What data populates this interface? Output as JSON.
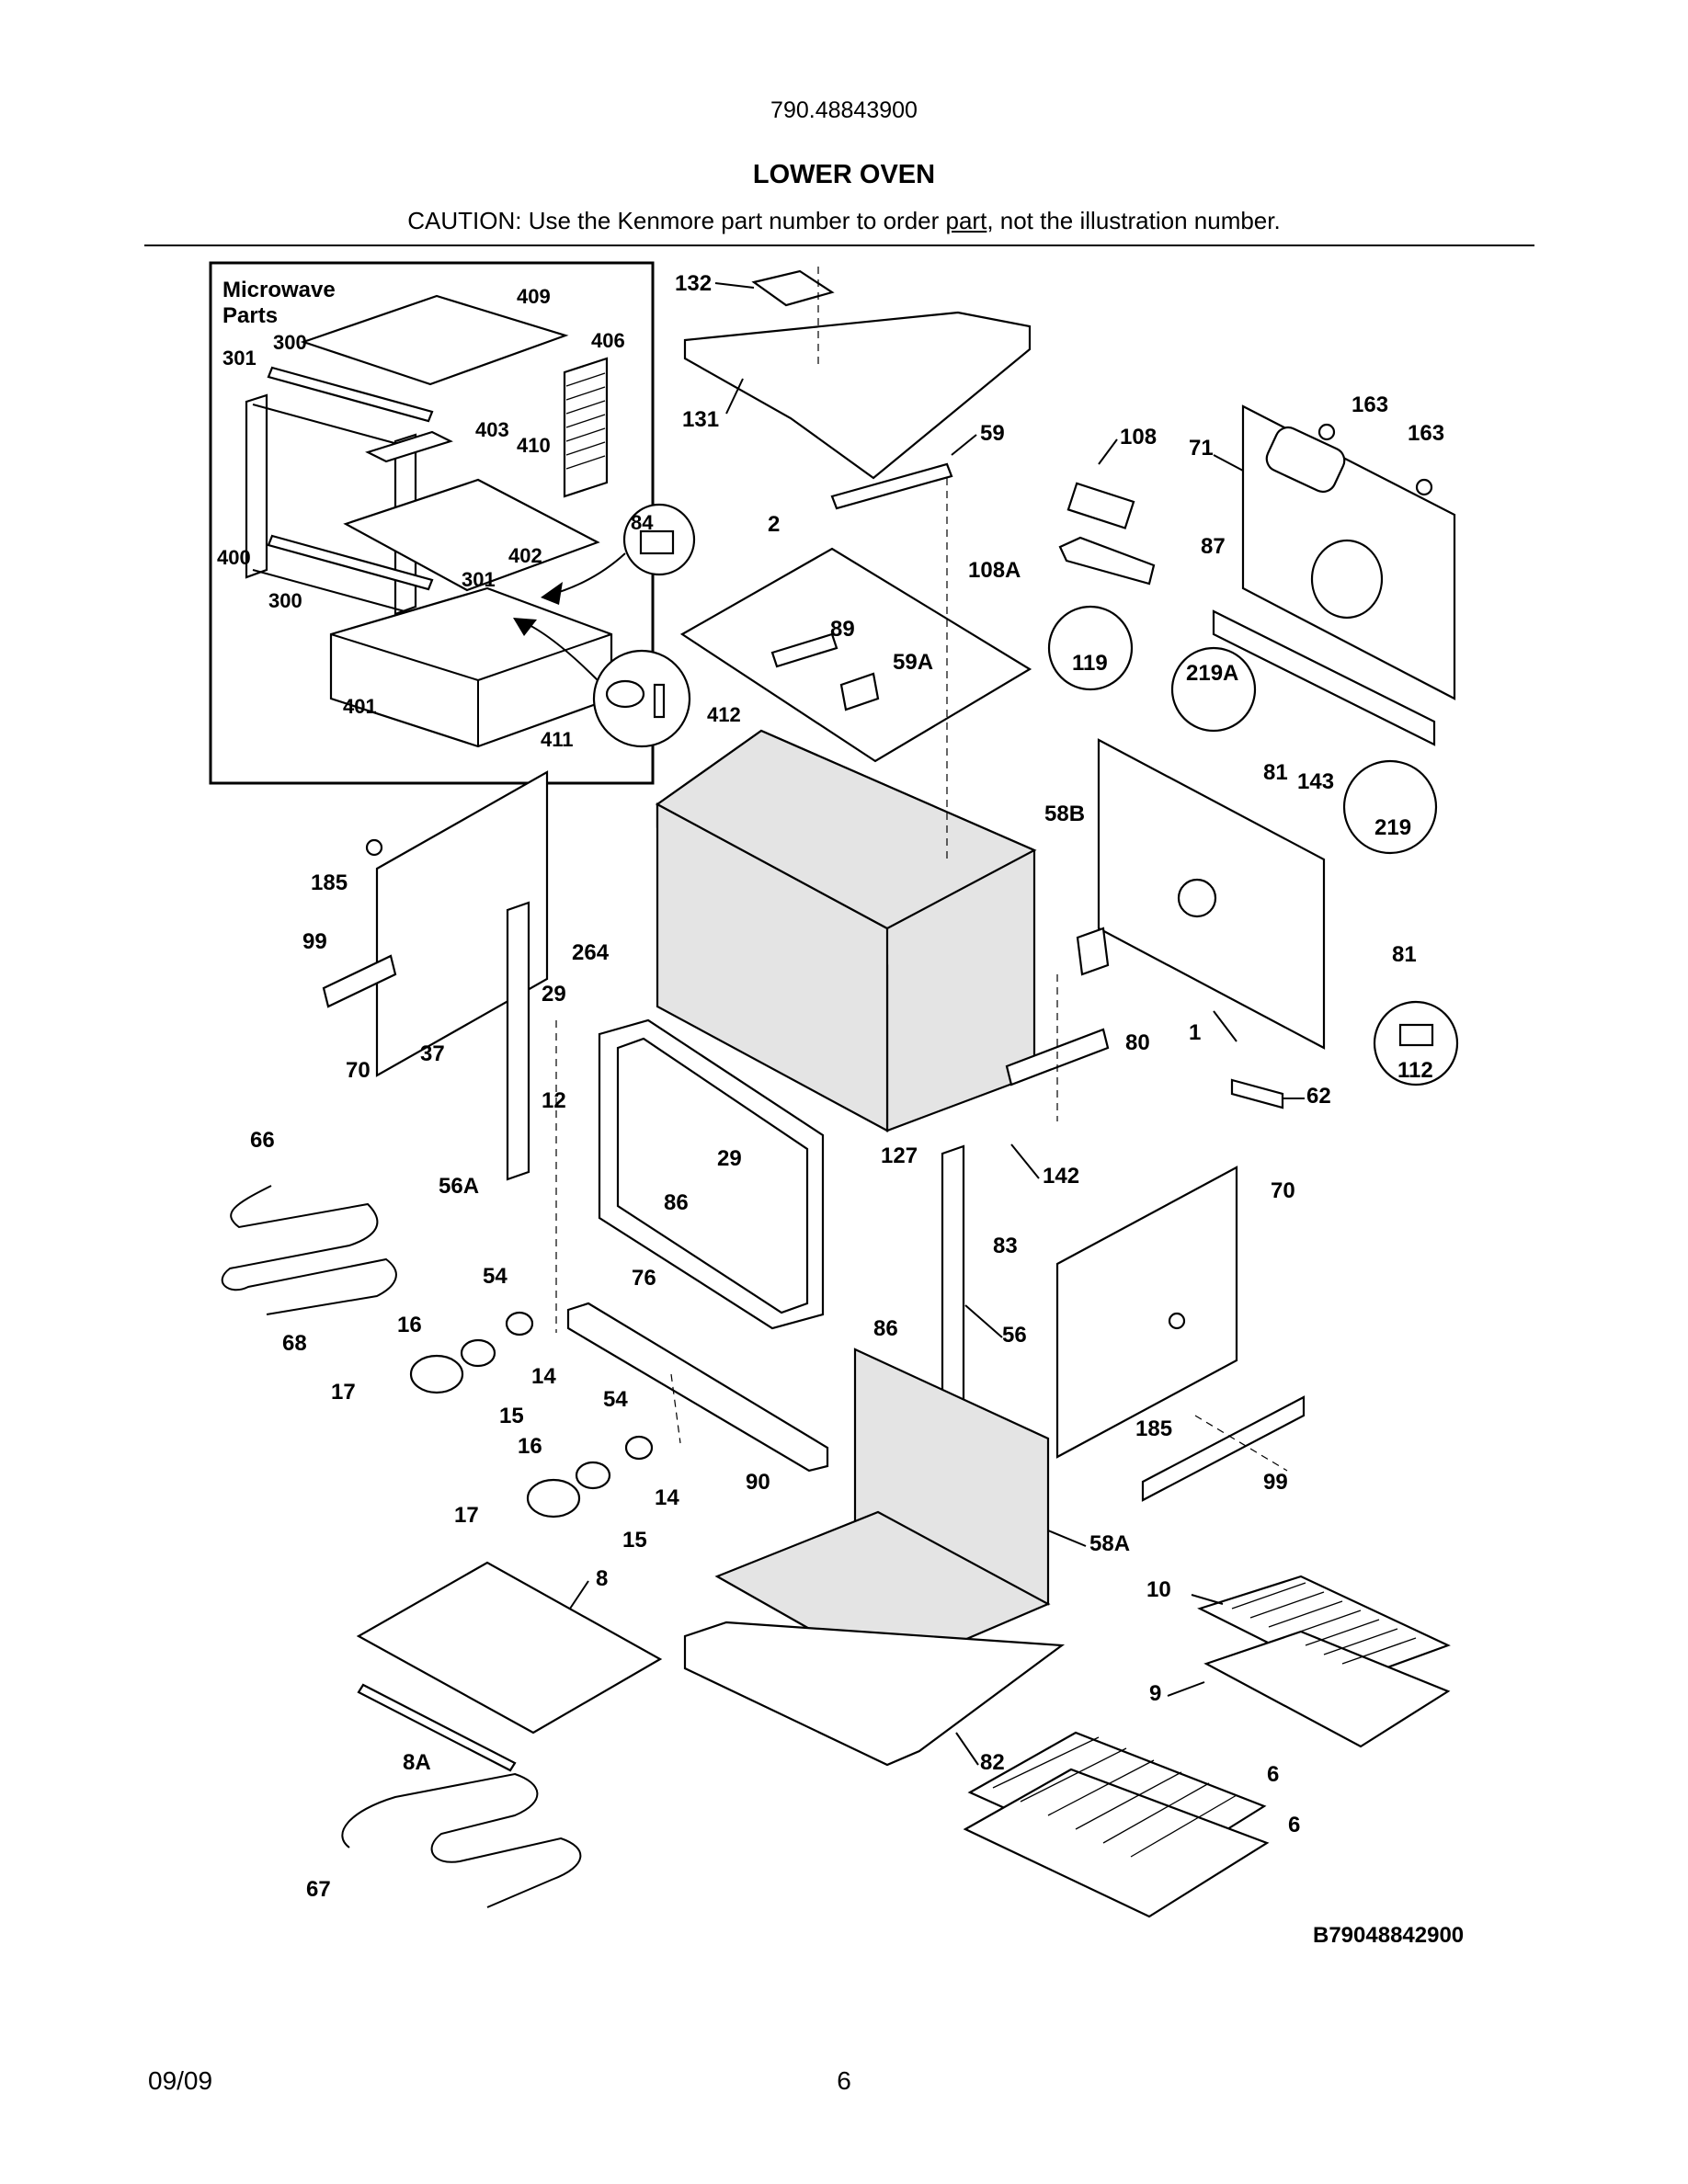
{
  "header": {
    "model_number": "790.48843900",
    "title": "LOWER OVEN",
    "caution_prefix": "CAUTION: Use the Kenmore part number to order ",
    "caution_underlined": "part",
    "caution_suffix": ", not the illustration number."
  },
  "inset": {
    "title_line1": "Microwave",
    "title_line2": "Parts",
    "labels": [
      "409",
      "300",
      "301",
      "406",
      "403",
      "410",
      "402",
      "400",
      "301",
      "300",
      "401",
      "84",
      "411",
      "412"
    ]
  },
  "callouts": [
    "132",
    "131",
    "59",
    "108",
    "71",
    "163",
    "163",
    "2",
    "108A",
    "87",
    "89",
    "59A",
    "119",
    "219A",
    "81",
    "143",
    "219",
    "58B",
    "185",
    "99",
    "264",
    "29",
    "70",
    "37",
    "12",
    "1",
    "80",
    "81",
    "112",
    "62",
    "66",
    "56A",
    "29",
    "127",
    "86",
    "142",
    "83",
    "70",
    "54",
    "76",
    "86",
    "56",
    "16",
    "68",
    "14",
    "17",
    "15",
    "185",
    "54",
    "16",
    "90",
    "99",
    "14",
    "17",
    "15",
    "58A",
    "8",
    "10",
    "9",
    "8A",
    "82",
    "6",
    "6",
    "67"
  ],
  "diagram_id": "B79048842900",
  "footer": {
    "date": "09/09",
    "page": "6"
  }
}
